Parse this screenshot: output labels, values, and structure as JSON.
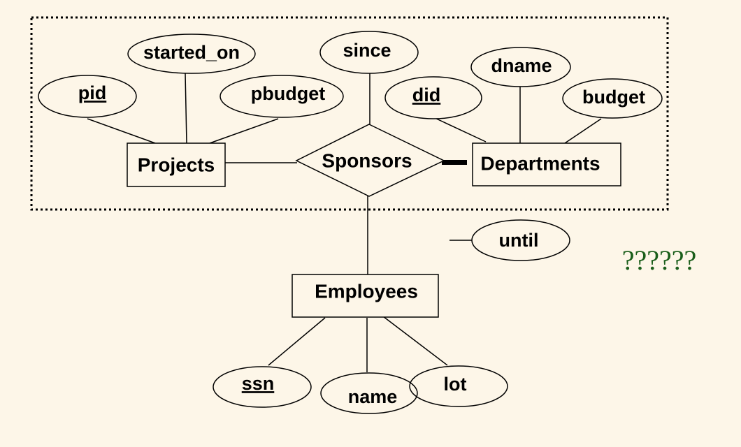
{
  "diagram": {
    "background": "#fdf6e8",
    "question_color": "#1a5e1a",
    "entities": [
      {
        "id": "projects",
        "label": "Projects"
      },
      {
        "id": "departments",
        "label": "Departments"
      },
      {
        "id": "employees",
        "label": "Employees"
      }
    ],
    "relationship": {
      "id": "sponsors",
      "label": "Sponsors"
    },
    "attributes": [
      {
        "id": "pid",
        "label": "pid",
        "key": true,
        "of": "projects"
      },
      {
        "id": "started_on",
        "label": "started_on",
        "key": false,
        "of": "projects"
      },
      {
        "id": "pbudget",
        "label": "pbudget",
        "key": false,
        "of": "projects"
      },
      {
        "id": "since",
        "label": "since",
        "key": false,
        "of": "sponsors"
      },
      {
        "id": "did",
        "label": "did",
        "key": true,
        "of": "departments"
      },
      {
        "id": "dname",
        "label": "dname",
        "key": false,
        "of": "departments"
      },
      {
        "id": "budget",
        "label": "budget",
        "key": false,
        "of": "departments"
      },
      {
        "id": "until",
        "label": "until",
        "key": false,
        "of": ""
      },
      {
        "id": "ssn",
        "label": "ssn",
        "key": true,
        "of": "employees"
      },
      {
        "id": "name",
        "label": "name",
        "key": false,
        "of": "employees"
      },
      {
        "id": "lot",
        "label": "lot",
        "key": false,
        "of": "employees"
      }
    ],
    "question_text": "??????"
  }
}
